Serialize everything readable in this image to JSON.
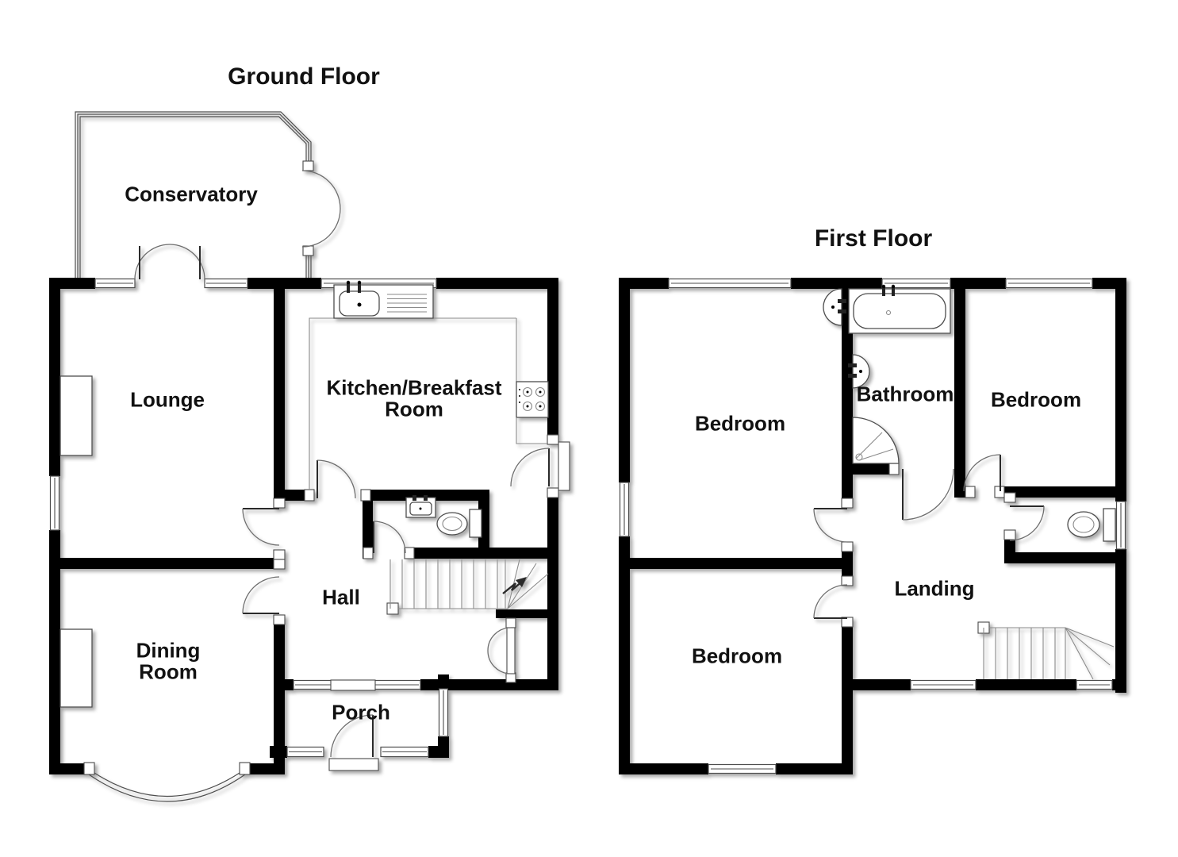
{
  "document": {
    "kind": "house-floorplan",
    "background": "#ffffff"
  },
  "colors": {
    "walls": "#000000",
    "labels": "#111111",
    "fixture_lines": "#4d4d4d",
    "shadow": "rgba(0,0,0,0.33)"
  },
  "floors": [
    {
      "id": "ground-floor",
      "title": "Ground Floor",
      "rooms": [
        {
          "name": "Conservatory"
        },
        {
          "name": "Lounge"
        },
        {
          "name": "Kitchen/Breakfast Room"
        },
        {
          "name": "Hall"
        },
        {
          "name": "Dining Room"
        },
        {
          "name": "Porch"
        }
      ],
      "fixtures": [
        "french-doors-to-conservatory",
        "conservatory-exterior-double-doors",
        "kitchen-sink-with-drainer",
        "hob",
        "worktop",
        "cloakroom-basin",
        "cloakroom-toilet",
        "staircase-with-up-arrow",
        "under-stairs-cupboard-double-doors",
        "back-door",
        "front-door",
        "porch-windows",
        "chimney-breast-lounge",
        "chimney-breast-dining",
        "bay-window"
      ]
    },
    {
      "id": "first-floor",
      "title": "First Floor",
      "rooms": [
        {
          "name": "Bedroom"
        },
        {
          "name": "Bathroom"
        },
        {
          "name": "Bedroom"
        },
        {
          "name": "Landing"
        },
        {
          "name": "Bedroom"
        }
      ],
      "fixtures": [
        "bath-with-taps",
        "bedroom-wash-basin",
        "bathroom-wash-basin",
        "corner-shower",
        "wc-toilet",
        "staircase-winders",
        "windows"
      ]
    }
  ]
}
